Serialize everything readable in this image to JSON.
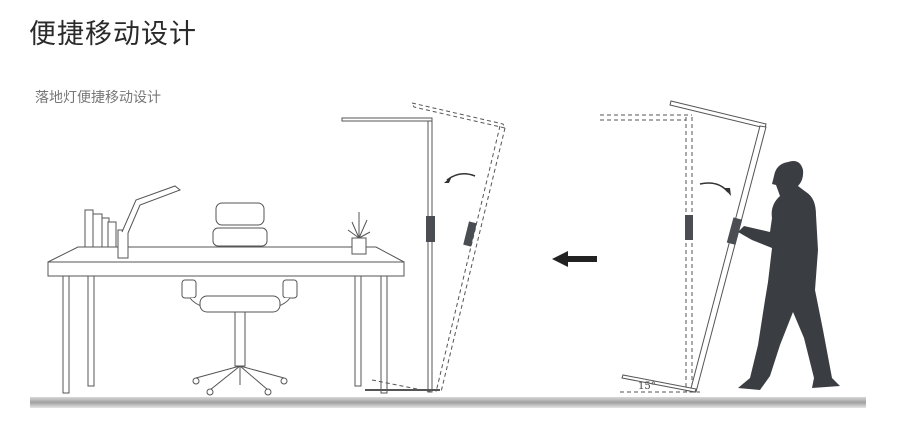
{
  "header": {
    "title": "便捷移动设计"
  },
  "illustration": {
    "caption": "落地灯便捷移动设计",
    "tilt_angle_label": "15°",
    "colors": {
      "line": "#555555",
      "silhouette": "#3a3d42",
      "floor": "#a8a8a8",
      "handle": "#4a4d52"
    }
  }
}
